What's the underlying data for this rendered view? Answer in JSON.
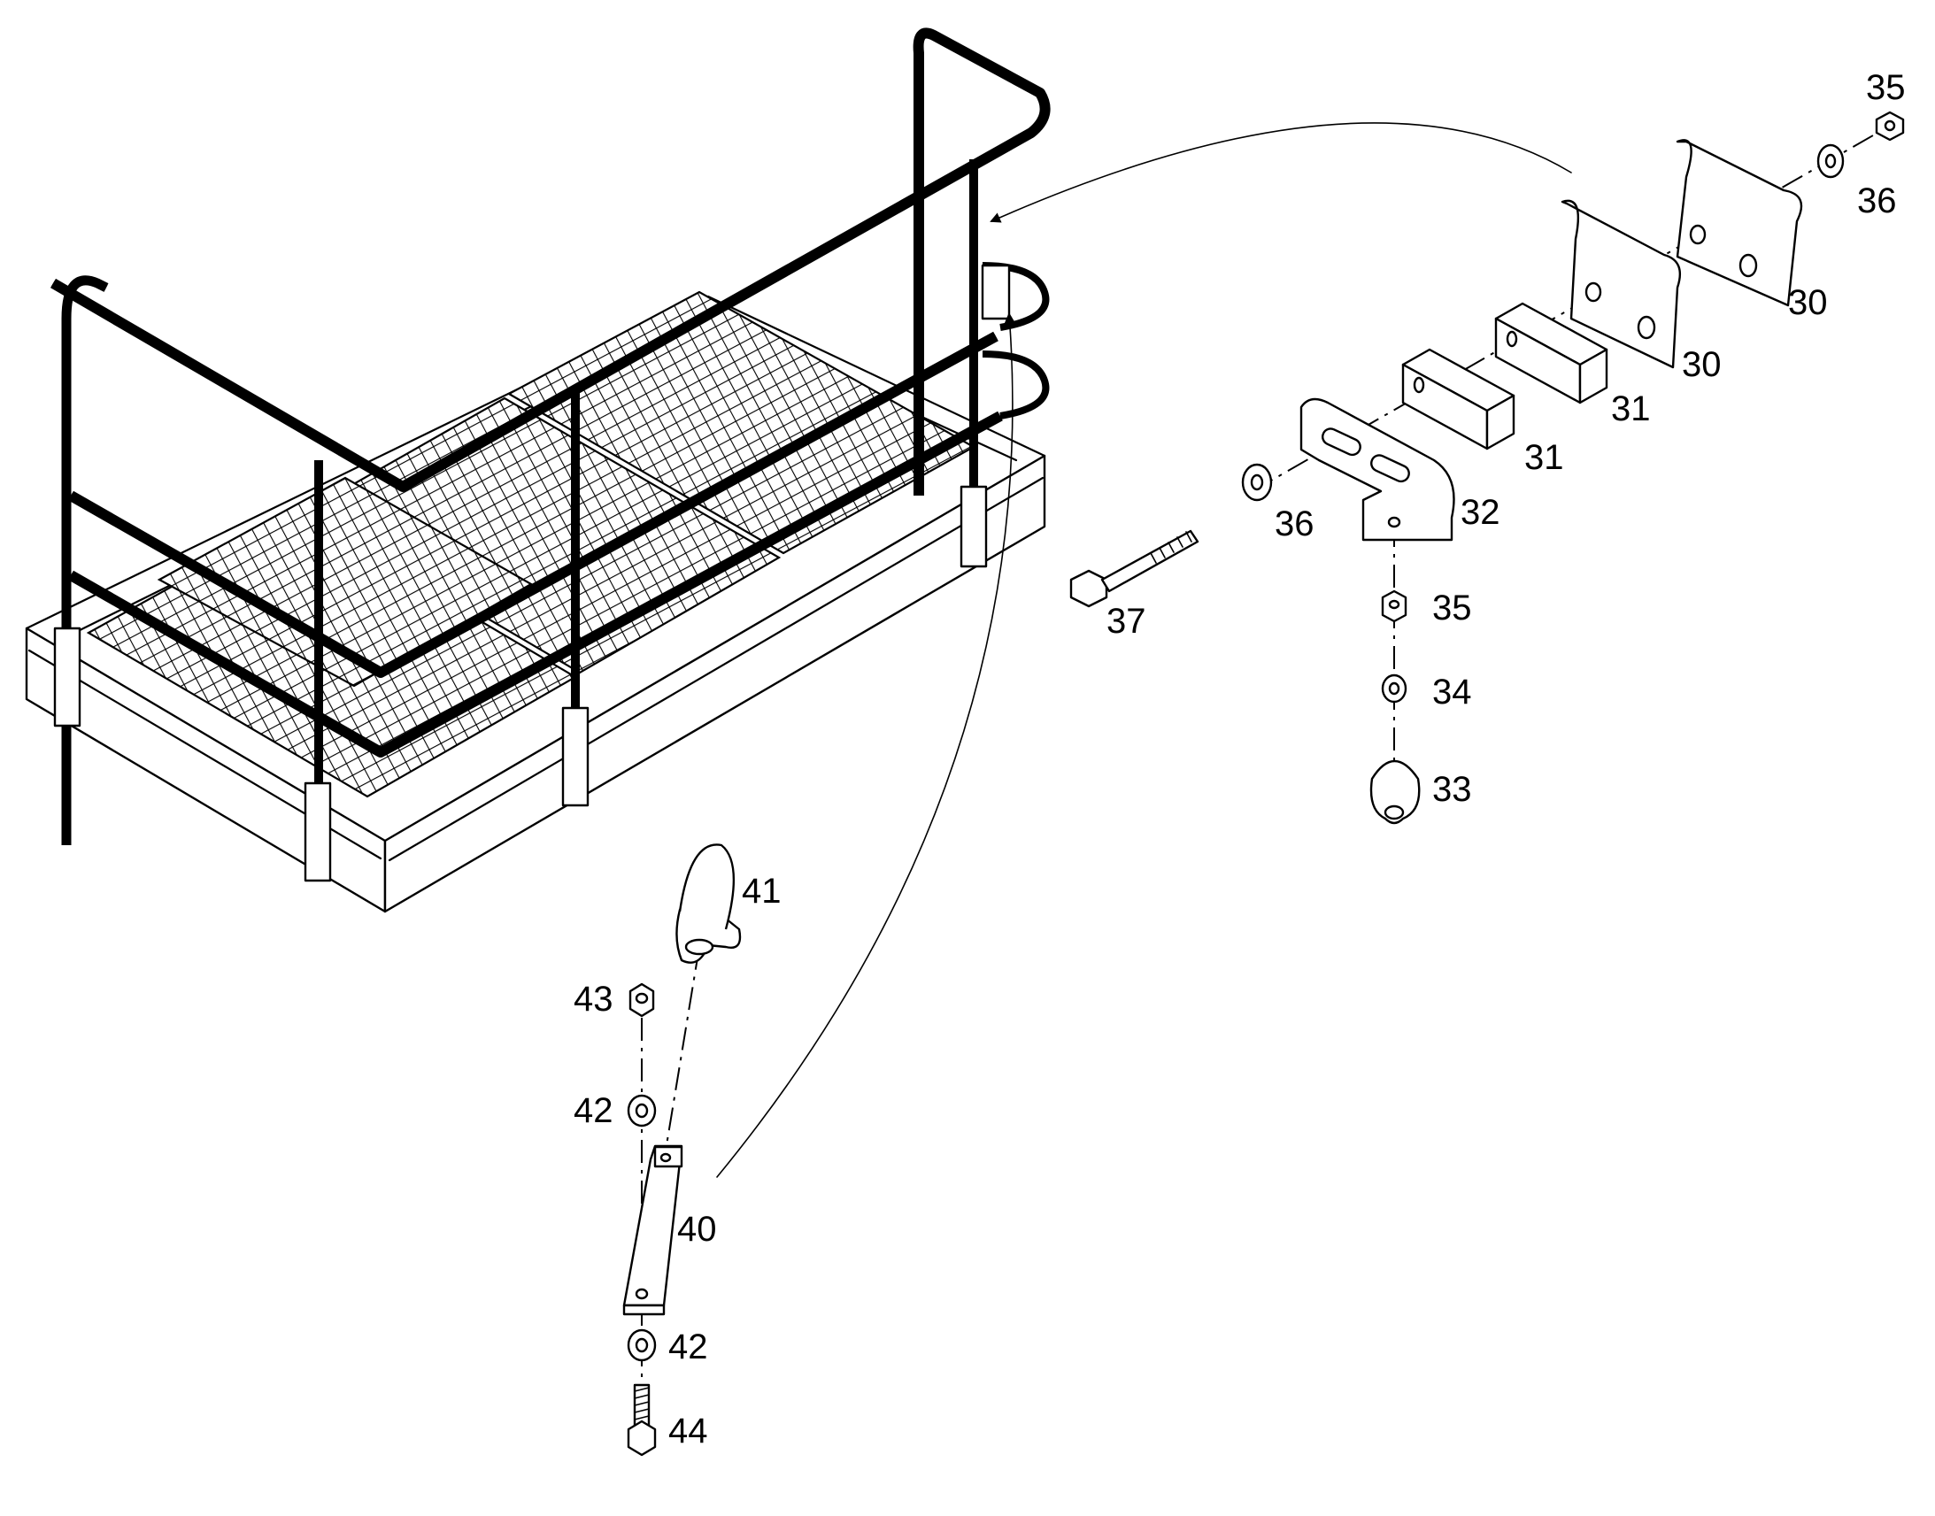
{
  "diagram": {
    "callouts": [
      {
        "id": "c35a",
        "text": "35"
      },
      {
        "id": "c36a",
        "text": "36"
      },
      {
        "id": "c30a",
        "text": "30"
      },
      {
        "id": "c30b",
        "text": "30"
      },
      {
        "id": "c31a",
        "text": "31"
      },
      {
        "id": "c31b",
        "text": "31"
      },
      {
        "id": "c32",
        "text": "32"
      },
      {
        "id": "c36b",
        "text": "36"
      },
      {
        "id": "c37",
        "text": "37"
      },
      {
        "id": "c35b",
        "text": "35"
      },
      {
        "id": "c34",
        "text": "34"
      },
      {
        "id": "c33",
        "text": "33"
      },
      {
        "id": "c41",
        "text": "41"
      },
      {
        "id": "c43",
        "text": "43"
      },
      {
        "id": "c42a",
        "text": "42"
      },
      {
        "id": "c40",
        "text": "40"
      },
      {
        "id": "c42b",
        "text": "42"
      },
      {
        "id": "c44",
        "text": "44"
      }
    ],
    "line_color": "#000000",
    "background_color": "#ffffff"
  }
}
